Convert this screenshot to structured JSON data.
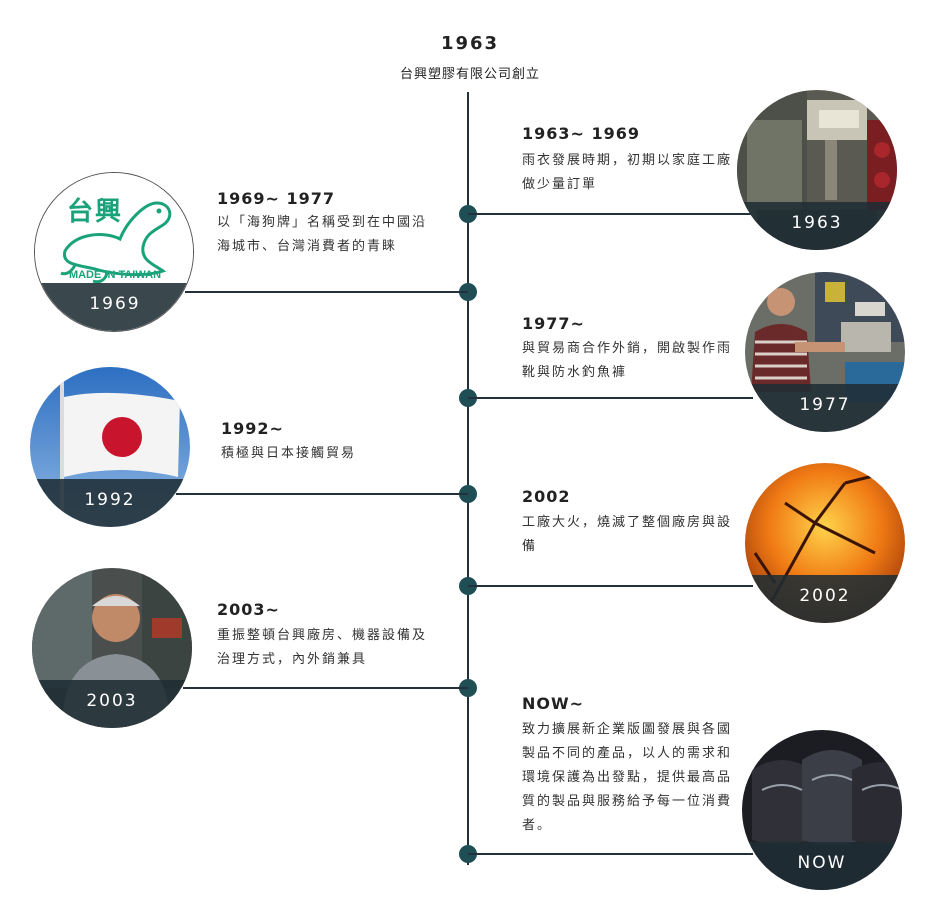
{
  "header": {
    "year": "1963",
    "subtitle": "台興塑膠有限公司創立"
  },
  "events": [
    {
      "title": "1963~ 1969",
      "desc": "雨衣發展時期，初期以家庭工廠做少量訂單",
      "label": "1963"
    },
    {
      "title": "1969~ 1977",
      "desc": "以「海狗牌」名稱受到在中國沿海城市、台灣消費者的青睐",
      "label": "1969",
      "logo_text": "台興",
      "logo_caption": "MADE IN TAIWAN"
    },
    {
      "title": "1977~",
      "desc": "與貿易商合作外銷，開啟製作雨靴與防水釣魚褲",
      "label": "1977"
    },
    {
      "title": "1992~",
      "desc": "積極與日本接觸貿易",
      "label": "1992"
    },
    {
      "title": "2002",
      "desc": "工廠大火，燒滅了整個廠房與設備",
      "label": "2002"
    },
    {
      "title": "2003~",
      "desc": "重振整頓台興廠房、機器設備及治理方式，內外銷兼具",
      "label": "2003"
    },
    {
      "title": "NOW~",
      "desc": "致力擴展新企業版圖發展與各國製品不同的產品，以人的需求和環境保護為出發點，提供最高品質的製品與服務給予每一位消費者。",
      "label": "NOW"
    }
  ],
  "colors": {
    "spine": "#22313b",
    "dot": "#1f4f55",
    "band": "#1f2d34"
  }
}
